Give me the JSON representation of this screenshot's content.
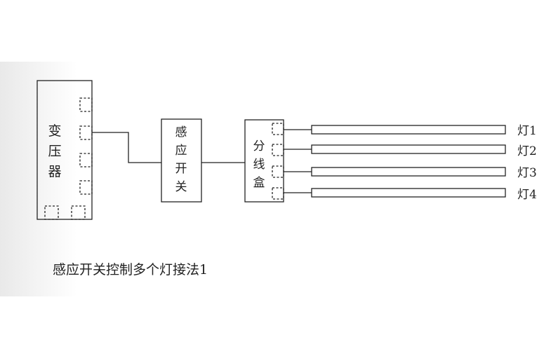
{
  "diagram": {
    "transformer": "变压器",
    "sensor_switch": "感应开关",
    "junction_box": "分线盒",
    "lights": [
      "灯1",
      "灯2",
      "灯3",
      "灯4"
    ],
    "caption": "感应开关控制多个灯接法1"
  },
  "colors": {
    "line": "#222222",
    "background": "#ffffff"
  }
}
